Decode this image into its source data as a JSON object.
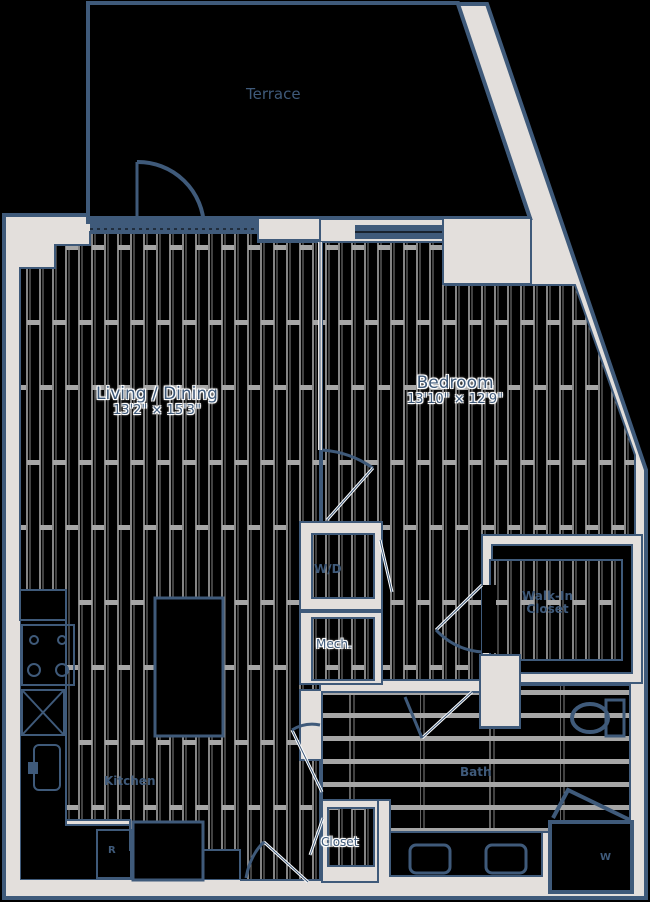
{
  "floorplan": {
    "colors": {
      "background": "#000000",
      "wall_fill": "#e3dfdc",
      "wall_stroke": "#3f5a7a",
      "floor_lines": "#a6a6a6",
      "label": "#3f5a7a"
    },
    "rooms": {
      "terrace": {
        "name": "Terrace"
      },
      "living_dining": {
        "name": "Living / Dining",
        "dimensions": "13'2\" × 15'3\""
      },
      "bedroom": {
        "name": "Bedroom",
        "dimensions": "13'10\" × 12'9\""
      },
      "wd": {
        "name": "W/D"
      },
      "mech": {
        "name": "Mech."
      },
      "walk_in_closet": {
        "name_line1": "Walk-In",
        "name_line2": "Closet"
      },
      "kitchen": {
        "name": "Kitchen"
      },
      "bath": {
        "name": "Bath"
      },
      "closet": {
        "name": "Closet"
      }
    },
    "fixtures": {
      "refrigerator": {
        "label": "R"
      },
      "shower_label": "W"
    }
  }
}
